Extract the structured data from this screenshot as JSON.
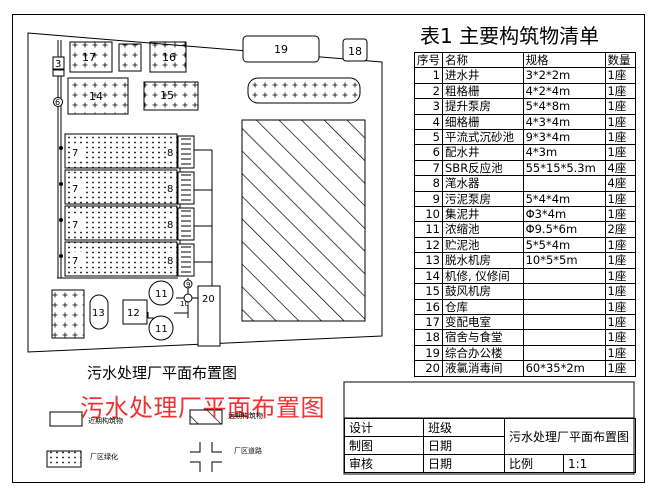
{
  "table": {
    "title": "表1 主要构筑物清单",
    "headers": [
      "序号",
      "名称",
      "规格",
      "数量"
    ],
    "rows": [
      [
        "1",
        "进水井",
        "3*2*2m",
        "1座"
      ],
      [
        "2",
        "粗格栅",
        "4*2*4m",
        "1座"
      ],
      [
        "3",
        "提升泵房",
        "5*4*8m",
        "1座"
      ],
      [
        "4",
        "细格栅",
        "4*3*4m",
        "1座"
      ],
      [
        "5",
        "平流式沉砂池",
        "9*3*4m",
        "1座"
      ],
      [
        "6",
        "配水井",
        "4*3m",
        "1座"
      ],
      [
        "7",
        "SBR反应池",
        "55*15*5.3m",
        "4座"
      ],
      [
        "8",
        "滗水器",
        "",
        "4座"
      ],
      [
        "9",
        "污泥泵房",
        "5*4*4m",
        "1座"
      ],
      [
        "10",
        "集泥井",
        "Φ3*4m",
        "1座"
      ],
      [
        "11",
        "浓缩池",
        "Φ9.5*6m",
        "2座"
      ],
      [
        "12",
        "贮泥池",
        "5*5*4m",
        "1座"
      ],
      [
        "13",
        "脱水机房",
        "10*5*5m",
        "1座"
      ],
      [
        "14",
        "机修, 仪修间",
        "",
        "1座"
      ],
      [
        "15",
        "鼓风机房",
        "",
        "1座"
      ],
      [
        "16",
        "仓库",
        "",
        "1座"
      ],
      [
        "17",
        "变配电室",
        "",
        "1座"
      ],
      [
        "18",
        "宿舍与食堂",
        "",
        "1座"
      ],
      [
        "19",
        "综合办公楼",
        "",
        "1座"
      ],
      [
        "20",
        "液氯消毒间",
        "60*35*2m",
        "1座"
      ]
    ]
  },
  "plan": {
    "caption": "污水处理厂平面布置图",
    "caption_large": "污水处理厂平面布置图",
    "labels": {
      "n3": "3",
      "n6": "6",
      "n7": "7",
      "n8": "8",
      "n9": "9",
      "n10": "10",
      "n11": "11",
      "n12": "12",
      "n13": "13",
      "n14": "14",
      "n15": "15",
      "n16": "16",
      "n17": "17",
      "n18": "18",
      "n19": "19",
      "n20": "20"
    }
  },
  "legend": {
    "existing": "近期构筑物",
    "future": "远期构筑物",
    "green": "厂区绿化",
    "road": "厂区道路"
  },
  "title_block": {
    "design": "设计",
    "draw": "制图",
    "review": "审核",
    "class": "班级",
    "date1": "日期",
    "date2": "日期",
    "name": "污水处理厂平面布置图",
    "scale_label": "比例",
    "scale_value": "1:1"
  }
}
